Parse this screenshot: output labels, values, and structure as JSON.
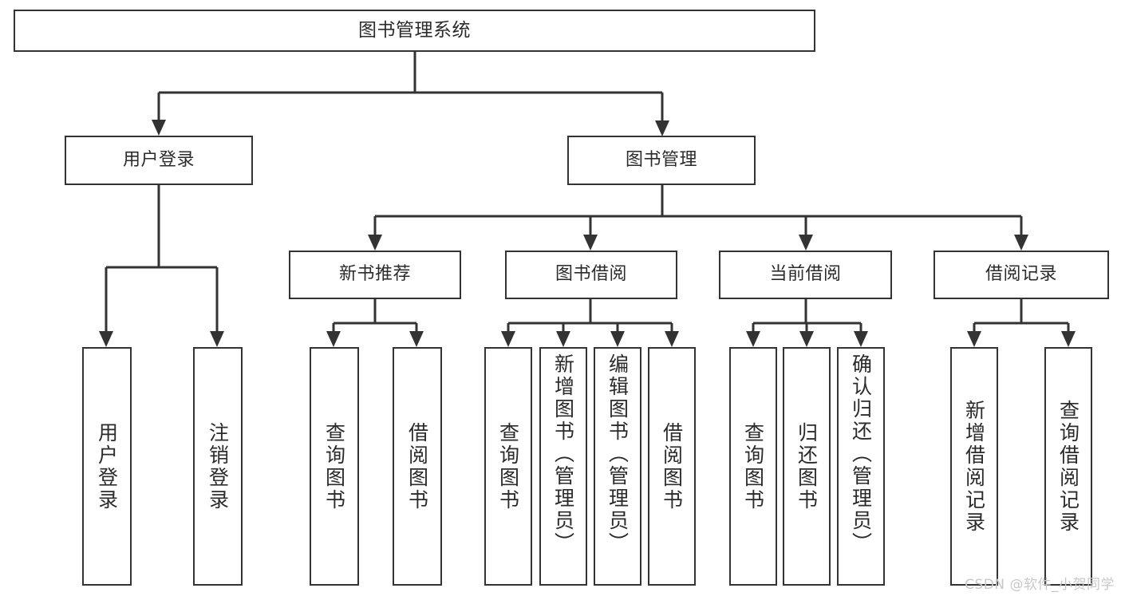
{
  "diagram": {
    "title": "图书管理系统",
    "type": "hierarchy-tree",
    "root": {
      "label": "图书管理系统"
    },
    "level2": [
      {
        "label": "用户登录"
      },
      {
        "label": "图书管理"
      }
    ],
    "level3": [
      {
        "label": "新书推荐"
      },
      {
        "label": "图书借阅"
      },
      {
        "label": "当前借阅"
      },
      {
        "label": "借阅记录"
      }
    ],
    "leaves": {
      "user_login": [
        {
          "label": "用户登录"
        },
        {
          "label": "注销登录"
        }
      ],
      "new_book_recommend": [
        {
          "label": "查询图书"
        },
        {
          "label": "借阅图书"
        }
      ],
      "book_borrow": [
        {
          "label": "查询图书"
        },
        {
          "label": "新增图书（管理员）"
        },
        {
          "label": "编辑图书（管理员）"
        },
        {
          "label": "借阅图书"
        }
      ],
      "current_borrow": [
        {
          "label": "查询图书"
        },
        {
          "label": "归还图书"
        },
        {
          "label": "确认归还（管理员）"
        }
      ],
      "borrow_record": [
        {
          "label": "新增借阅记录"
        },
        {
          "label": "查询借阅记录"
        }
      ]
    }
  },
  "watermark": {
    "text": "CSDN @软件_小贺同学"
  },
  "colors": {
    "stroke": "#333333",
    "text": "#2b2b2b",
    "background": "#ffffff",
    "watermark": "#c8c8c8"
  }
}
